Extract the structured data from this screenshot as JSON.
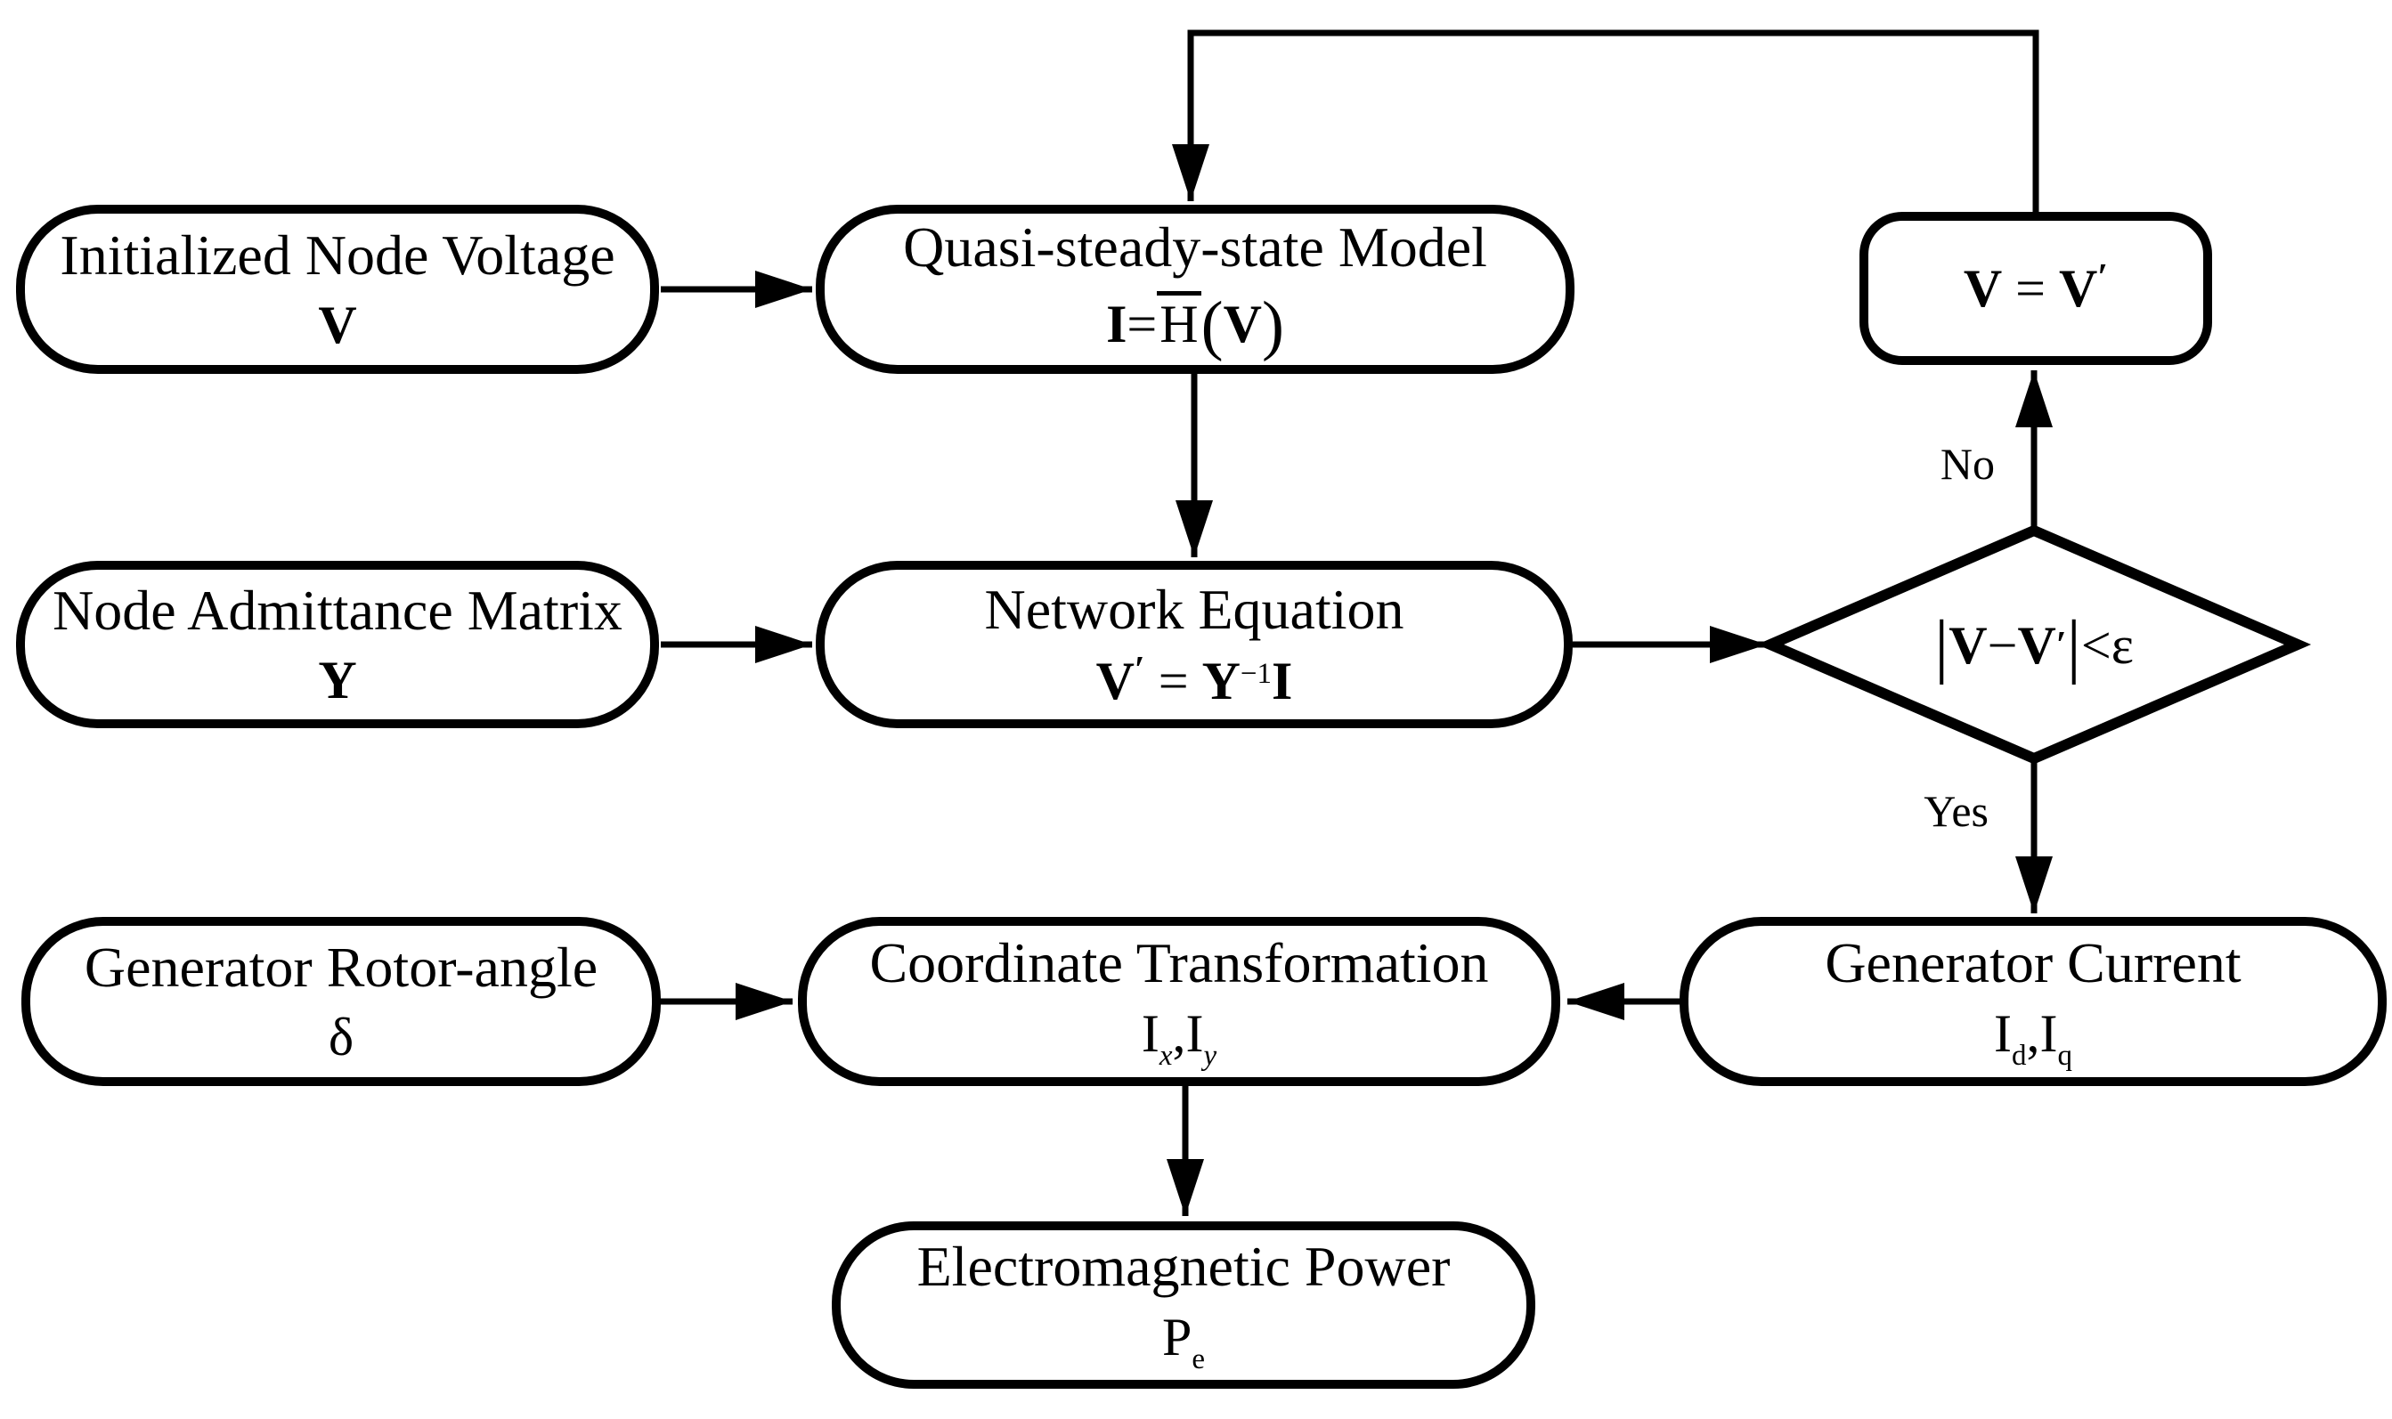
{
  "diagram": {
    "background": "#ffffff",
    "line_color": "#000000",
    "nodes": {
      "init_voltage": {
        "title": "Initialized Node Voltage",
        "symbol": "V"
      },
      "qss_model": {
        "title": "Quasi-steady-state Model",
        "formula": {
          "lhs": "I",
          "eq": "=",
          "fn": "H",
          "open_paren": "(",
          "arg": "V",
          "close_paren": ")"
        }
      },
      "v_update": {
        "v1": "V",
        "eq": "=",
        "v2": "V",
        "prime": "′"
      },
      "admittance": {
        "title": "Node Admittance Matrix",
        "symbol": "Y"
      },
      "network_eq": {
        "title": "Network Equation",
        "formula": {
          "lhs": "V",
          "prime": "′",
          "eq": "=",
          "base": "Y",
          "exponent": "−1",
          "rhs": "I"
        }
      },
      "decision": {
        "bar_left": "|",
        "v1": "V",
        "minus": "−",
        "v2": "V",
        "prime": "′",
        "bar_right": "|",
        "lt": "<",
        "epsilon": "ε"
      },
      "rotor_angle": {
        "title": "Generator Rotor-angle",
        "symbol": "δ"
      },
      "coord_transform": {
        "title": "Coordinate Transformation",
        "i1": "I",
        "sub1": "x",
        "comma": ",",
        "i2": "I",
        "sub2": "y"
      },
      "gen_current": {
        "title": "Generator Current",
        "i1": "I",
        "sub1": "d",
        "comma": ",",
        "i2": "I",
        "sub2": "q"
      },
      "em_power": {
        "title": "Electromagnetic Power",
        "p": "P",
        "sub": "e"
      }
    },
    "edge_labels": {
      "no": "No",
      "yes": "Yes"
    }
  }
}
